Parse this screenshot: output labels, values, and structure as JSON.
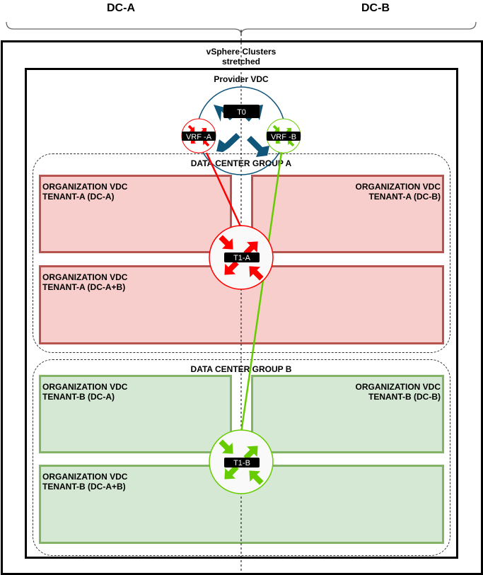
{
  "datacenters": {
    "left": "DC-A",
    "right": "DC-B"
  },
  "clusters": {
    "title_line1": "vSphere Clusters",
    "title_line2": "stretched"
  },
  "provider": {
    "title": "Provider VDC",
    "t0_label": "T0",
    "vrf_a_label": "VRF -A",
    "vrf_b_label": "VRF -B"
  },
  "group_a": {
    "title": "DATA CENTER GROUP A",
    "router_label": "T1-A",
    "orgs": [
      {
        "line1": "ORGANIZATION VDC",
        "line2": "TENANT-A (DC-A)"
      },
      {
        "line1": "ORGANIZATION VDC",
        "line2": "TENANT-A (DC-B)"
      },
      {
        "line1": "ORGANIZATION VDC",
        "line2": "TENANT-A (DC-A+B)"
      }
    ]
  },
  "group_b": {
    "title": "DATA CENTER GROUP B",
    "router_label": "T1-B",
    "orgs": [
      {
        "line1": "ORGANIZATION VDC",
        "line2": "TENANT-B (DC-A)"
      },
      {
        "line1": "ORGANIZATION VDC",
        "line2": "TENANT-B (DC-B)"
      },
      {
        "line1": "ORGANIZATION VDC",
        "line2": "TENANT-B (DC-A+B)"
      }
    ]
  },
  "colors": {
    "t0": "#10557a",
    "red": "#ff0000",
    "green": "#66cc00",
    "red_fill": "#f8cecc",
    "red_border": "#b85450",
    "green_fill": "#d5e8d4",
    "green_border": "#82b366"
  }
}
